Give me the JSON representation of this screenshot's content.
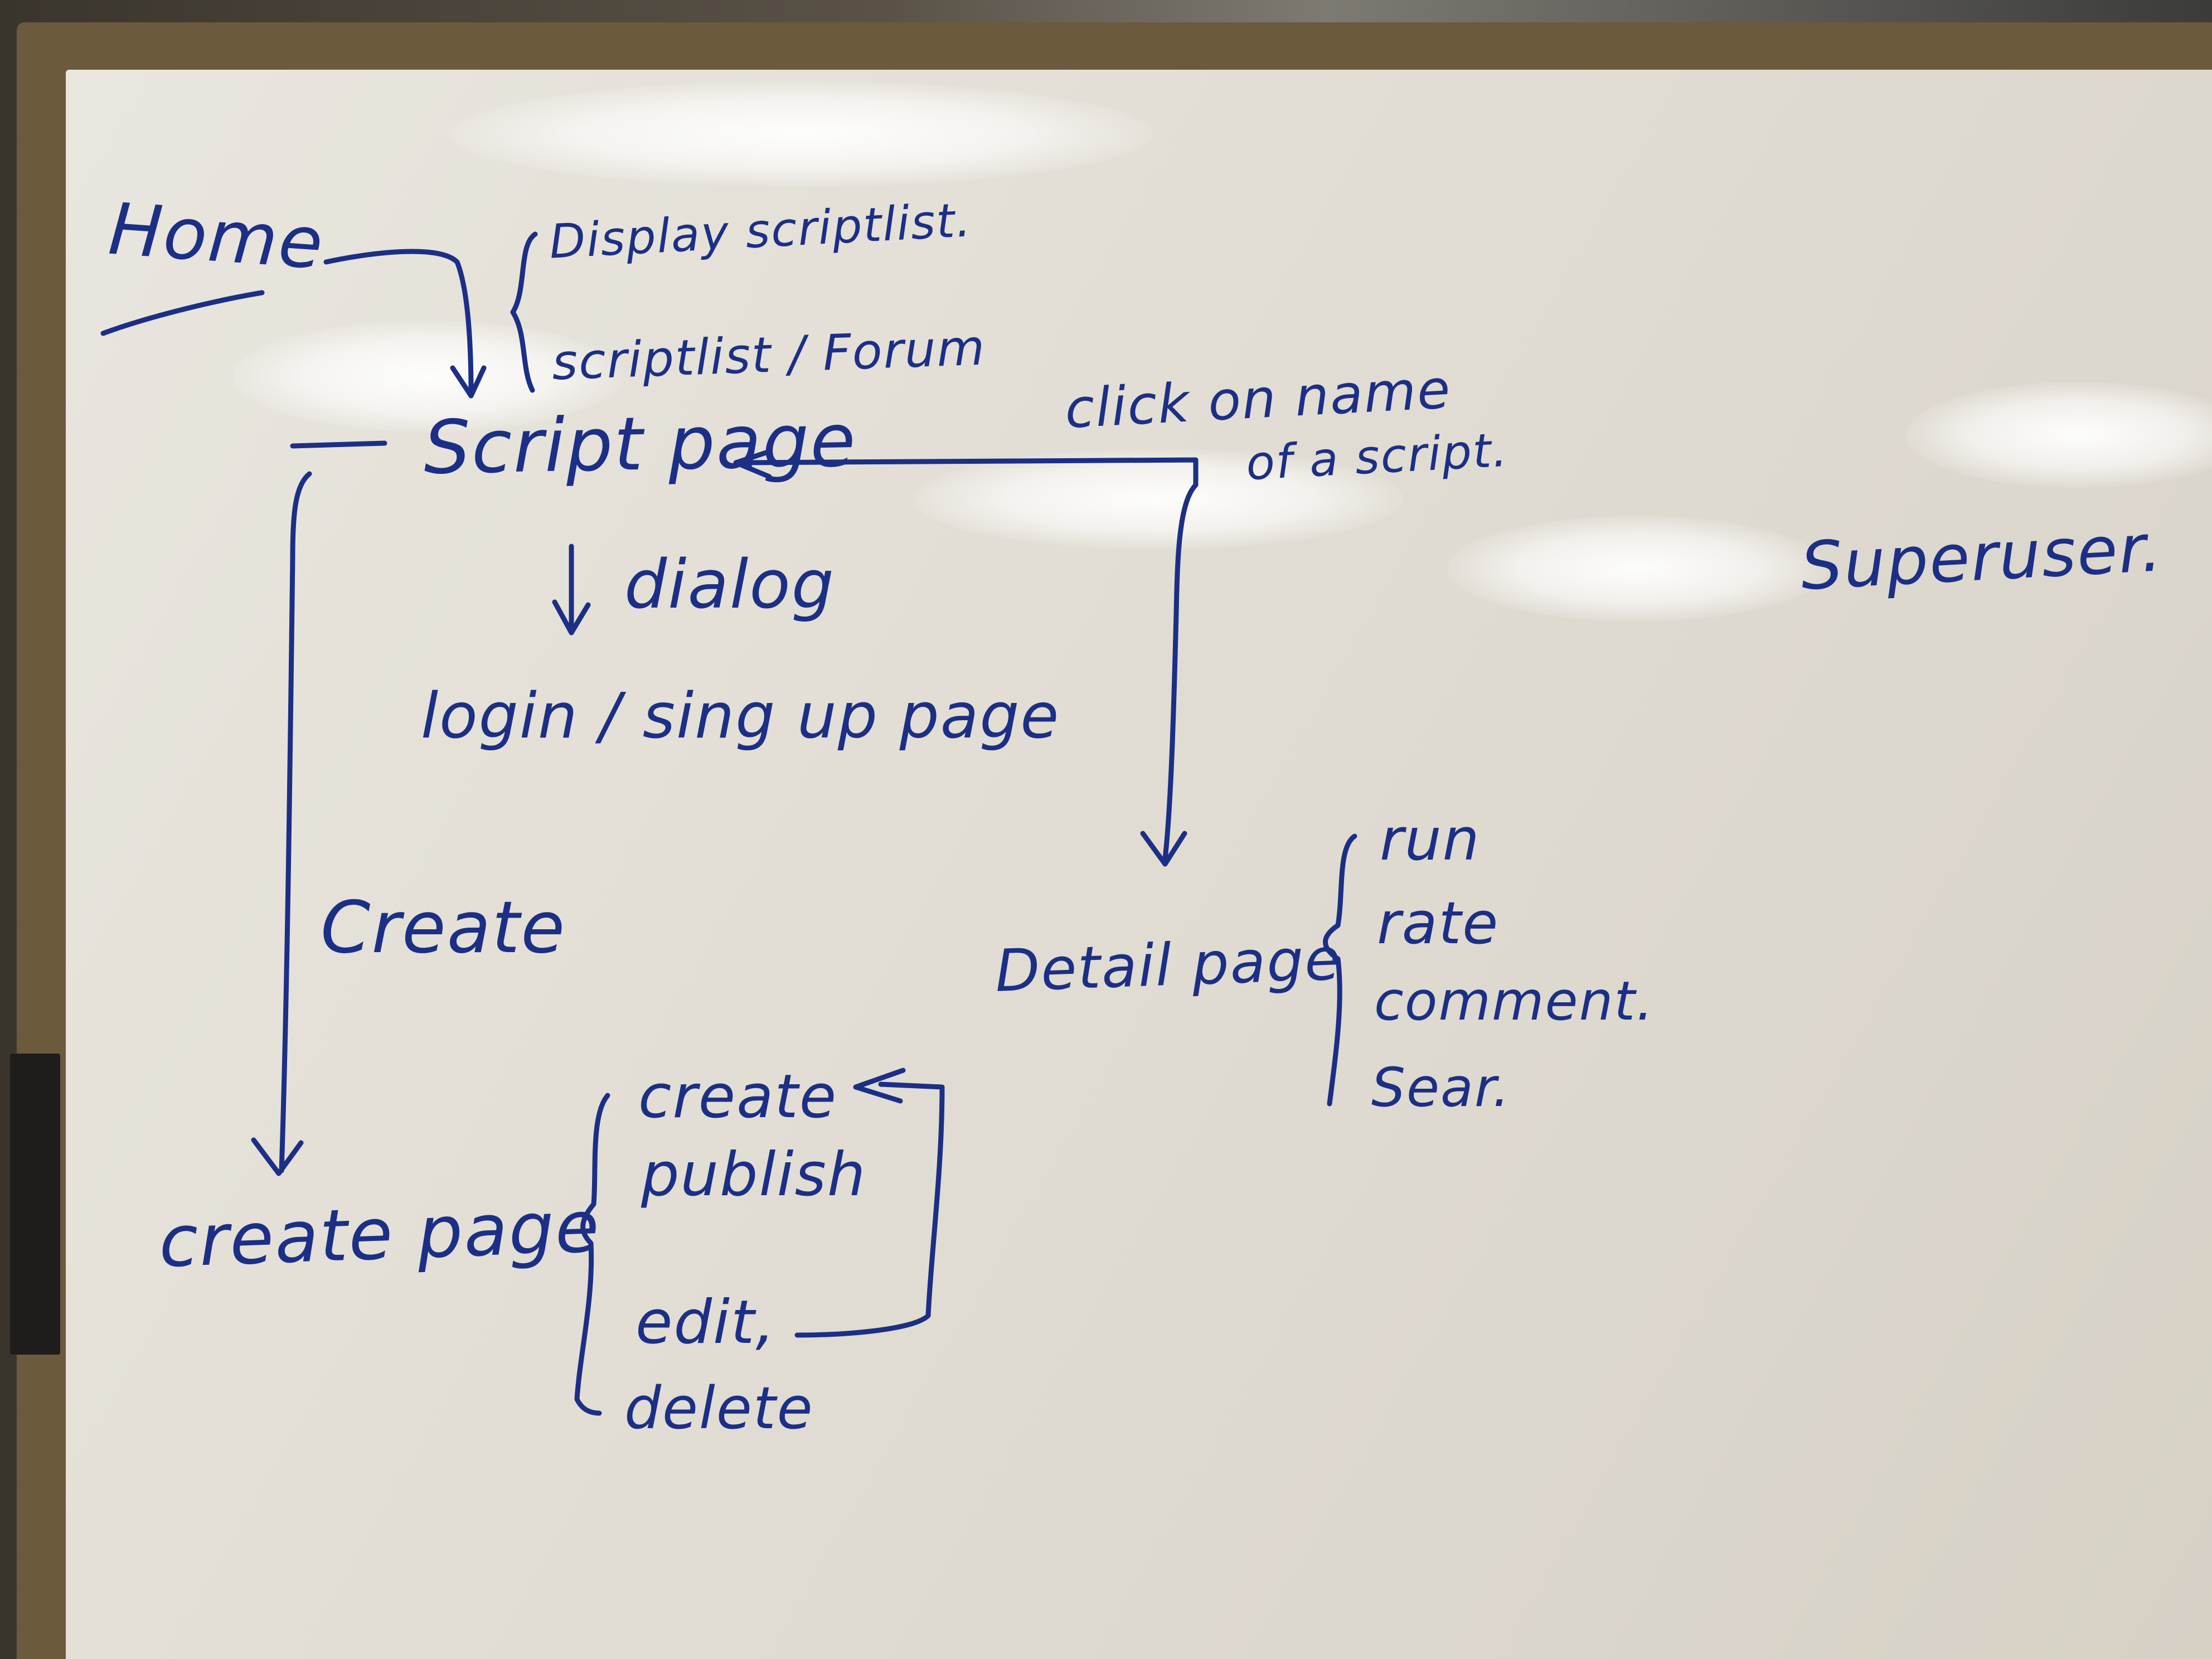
{
  "nodes": {
    "home": "Home",
    "display_scriptlist": "Display scriptlist.",
    "scriptlist_forum": "scriptlist / Forum",
    "script_page": "Script page",
    "dialog": "dialog",
    "login_signup": "login / sing up page",
    "click_name_line1": "click on name",
    "click_name_line2": "of a script.",
    "superuser": "Superuser.",
    "create_label": "Create",
    "detail_page": "Detail page",
    "create_page": "create page"
  },
  "detail_actions": [
    "run",
    "rate",
    "comment.",
    "Sear."
  ],
  "create_actions": [
    "create",
    "publish",
    "edit,",
    "delete"
  ],
  "ink_color": "#1c2f86"
}
